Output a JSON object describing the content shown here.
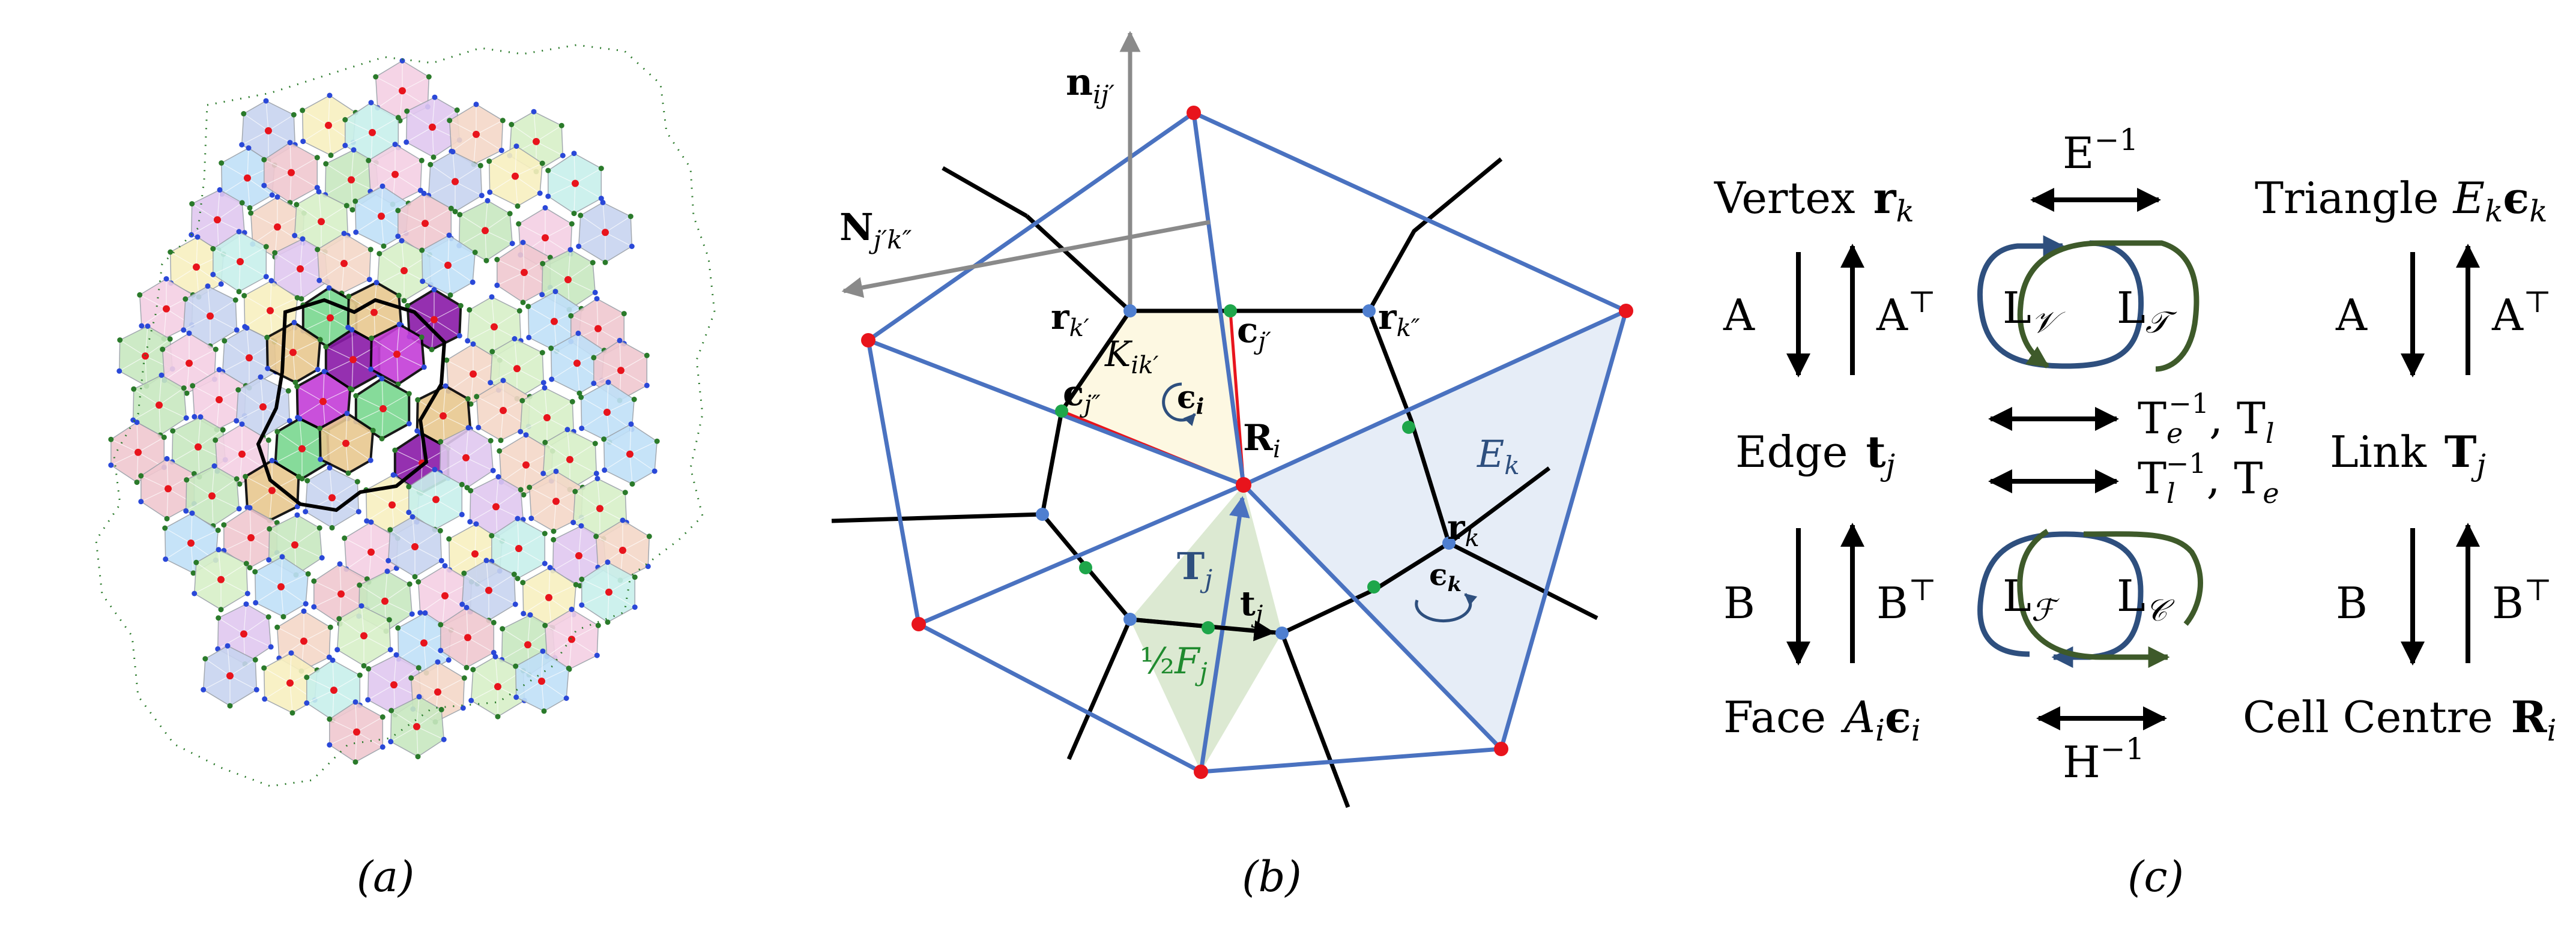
{
  "captions": {
    "a": "(a)",
    "b": "(b)",
    "c": "(c)"
  },
  "colors": {
    "blue_edge": "#4a72c0",
    "red_vertex": "#e8141c",
    "green_mid": "#1ea64a",
    "blue_vertex": "#4f7fd0",
    "triangle_fill": "#e6edf7",
    "kite_fill": "#fdf8e2",
    "half_face_fill": "#dce9d2",
    "loop_blue": "#2e4f7e",
    "loop_green": "#3e5a2a",
    "gray_arrow": "#8a8a8a",
    "highlight_purple": "#8a1aa8"
  },
  "panel_b": {
    "n_label": "n",
    "n_sub": "ij′",
    "N_label": "N",
    "N_sub": "j′k″",
    "rk1_label": "r",
    "rk1_sub": "k′",
    "cj1_label": "c",
    "cj1_sub": "j′",
    "rk2_label": "r",
    "rk2_sub": "k″",
    "K_label": "K",
    "K_sub": "ik′",
    "cj2_label": "c",
    "cj2_sub": "j″",
    "eps_i_label": "ϵ",
    "eps_i_sub": "i",
    "R_label": "R",
    "R_sub": "i",
    "E_label": "E",
    "E_sub": "k",
    "rk3_label": "r",
    "rk3_sub": "k",
    "eps_k_label": "ϵ",
    "eps_k_sub": "k",
    "T_label": "T",
    "T_sub": "j",
    "t_label": "t",
    "t_sub": "j",
    "F_frac": "½",
    "F_label": "F",
    "F_sub": "j"
  },
  "panel_c": {
    "vertex_word": "Vertex",
    "vertex_sym": "r",
    "vertex_sub": "k",
    "triangle_word": "Triangle",
    "triangle_sym": "E",
    "triangle_sub": "k",
    "triangle_eps": "ϵ",
    "triangle_eps_sub": "k",
    "edge_word": "Edge",
    "edge_sym": "t",
    "edge_sub": "j",
    "link_word": "Link",
    "link_sym": "T",
    "link_sub": "j",
    "face_word": "Face",
    "face_sym": "A",
    "face_sub": "i",
    "face_eps": "ϵ",
    "face_eps_sub": "i",
    "cell_word": "Cell Centre",
    "cell_sym": "R",
    "cell_sub": "i",
    "E_inv": "E",
    "H_inv": "H",
    "inv_sup": "−1",
    "A": "A",
    "B": "B",
    "T_sup": "⊤",
    "L_V": "L",
    "L_V_sub": "𝒱",
    "L_T": "L",
    "L_T_sub": "𝒯",
    "L_F": "L",
    "L_F_sub": "ℱ",
    "L_C": "L",
    "L_C_sub": "𝒞",
    "Te": "T",
    "e_sub": "e",
    "Tl": "T",
    "l_sub": "l",
    "comma": ", "
  }
}
